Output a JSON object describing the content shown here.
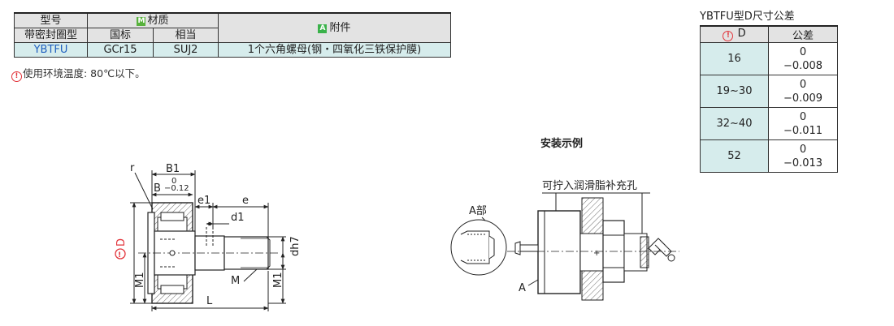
{
  "spec": {
    "model_header": "型号",
    "material_tag": "M",
    "material_header": "材质",
    "accessory_tag": "A",
    "accessory_header": "附件",
    "seal_type_header": "带密封圈型",
    "national_std_header": "国标",
    "equivalent_header": "相当",
    "row": {
      "model": "YBTFU",
      "national_std": "GCr15",
      "equivalent": "SUJ2",
      "accessory": "1个六角螺母(钢・四氧化三铁保护膜)"
    }
  },
  "note": {
    "icon": "warning-icon",
    "text": "使用环境温度: 80℃以下。"
  },
  "tolerance": {
    "title": "YBTFU型D尺寸公差",
    "header_d": "D",
    "header_tol": "公差",
    "rows": [
      {
        "d": "16",
        "upper": "0",
        "lower": "−0.008"
      },
      {
        "d": "19~30",
        "upper": "0",
        "lower": "−0.009"
      },
      {
        "d": "32~40",
        "upper": "0",
        "lower": "−0.011"
      },
      {
        "d": "52",
        "upper": "0",
        "lower": "−0.013"
      }
    ]
  },
  "install": {
    "title": "安装示例",
    "oil_hole_label": "可拧入润滑脂补充孔",
    "part_label": "A部",
    "a_label": "A"
  },
  "drawing": {
    "r": "r",
    "b1": "B1",
    "b": "B",
    "b_tol_upper": "0",
    "b_tol_lower": "−0.12",
    "e1": "e1",
    "e": "e",
    "d1": "d1",
    "dh7": "dh7",
    "d_label": "D",
    "m1_left": "M1",
    "m1_right": "M1",
    "m": "M",
    "l": "L"
  },
  "colors": {
    "header_bg": "#e3e3e3",
    "value_bg": "#d6ecec",
    "model_blue": "#1f5fbf",
    "tag_green": "#58b23d",
    "warning_red": "#e2333a"
  }
}
